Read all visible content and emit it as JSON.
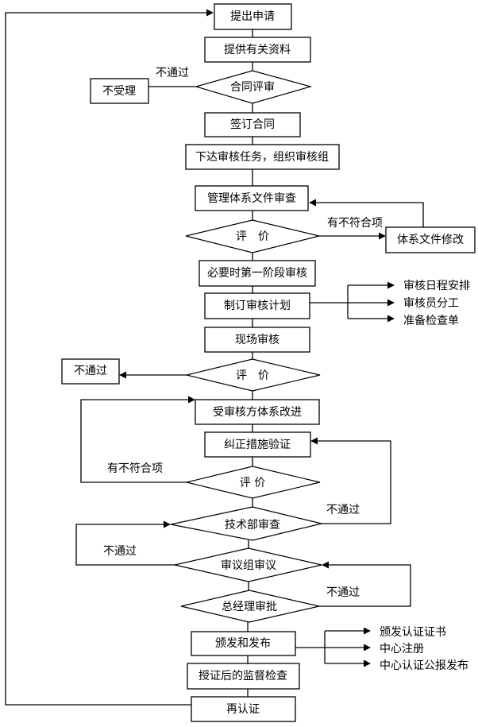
{
  "nodes": {
    "submit_application": "提出申请",
    "provide_materials": "提供有关资料",
    "contract_review": "合同评审",
    "not_accepted": "不受理",
    "sign_contract": "签订合同",
    "assign_audit_task": "下达审核任务，组织审核组",
    "document_review": "管理体系文件审查",
    "evaluation_1": "评　价",
    "document_revision": "体系文件修改",
    "stage1_audit": "必要时第一阶段审核",
    "audit_plan": "制订审核计划",
    "onsite_audit": "现场审核",
    "evaluation_2": "评　价",
    "failed": "不通过",
    "auditee_improvement": "受审核方体系改进",
    "corrective_verification": "纠正措施验证",
    "evaluation_3": "评 价",
    "tech_review": "技术部审查",
    "committee_review": "审议组审议",
    "gm_approval": "总经理审批",
    "issue_publish": "颁发和发布",
    "surveillance": "授证后的监督检查",
    "recertification": "再认证"
  },
  "plan_outputs": [
    "审核日程安排",
    "审核员分工",
    "准备检查单"
  ],
  "publish_outputs": [
    "颁发认证证书",
    "中心注册",
    "中心认证公报发布"
  ],
  "edge_labels": {
    "contract_fail": "不通过",
    "doc_nonconformity": "有不符合项",
    "eval3_nonconformity": "有不符合项",
    "tech_fail": "不通过",
    "committee_fail": "不通过",
    "gm_fail": "不通过"
  },
  "colors": {
    "line": "#000000",
    "background": "#ffffff"
  }
}
